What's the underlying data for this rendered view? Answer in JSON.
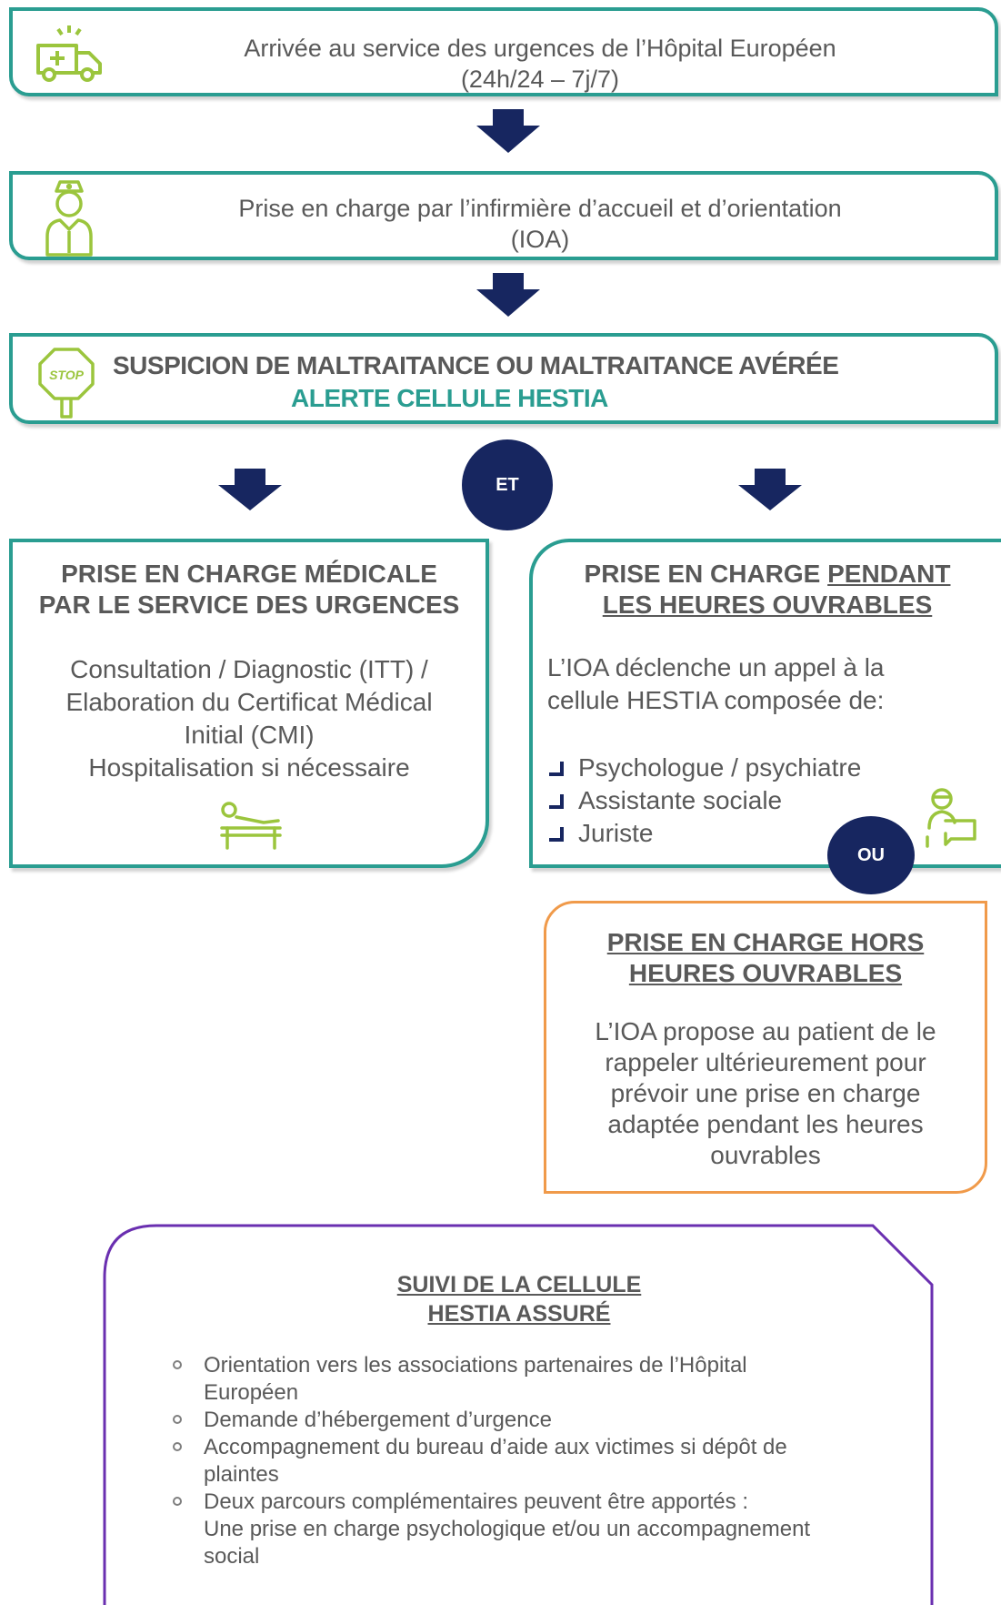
{
  "step1": {
    "line1": "Arrivée au service des urgences de l’Hôpital Européen",
    "line2": "(24h/24 – 7j/7)",
    "icon": "ambulance-icon"
  },
  "step2": {
    "line1": "Prise en charge par l’infirmière d’accueil et d’orientation",
    "line2": "(IOA)",
    "icon": "nurse-icon"
  },
  "step3": {
    "line1": "SUSPICION DE MALTRAITANCE OU MALTRAITANCE AVÉRÉE",
    "line2": "ALERTE CELLULE HESTIA",
    "icon": "stop-sign-icon"
  },
  "connectors": {
    "et": "ET",
    "ou": "OU"
  },
  "medical": {
    "title_line1": "PRISE EN CHARGE MÉDICALE",
    "title_line2": "PAR LE SERVICE DES URGENCES",
    "body_line1": "Consultation / Diagnostic (ITT) /",
    "body_line2": "Elaboration du Certificat Médical",
    "body_line3": "Initial (CMI)",
    "body_line4": "Hospitalisation si nécessaire",
    "icon": "hospital-bed-icon"
  },
  "business_hours": {
    "title_part1": "PRISE EN CHARGE ",
    "title_part2": "PENDANT",
    "title_line2": "LES HEURES OUVRABLES",
    "intro_line1": "L’IOA déclenche un appel à la",
    "intro_line2": "cellule HESTIA composée de:",
    "items": [
      "Psychologue / psychiatre",
      "Assistante sociale",
      "Juriste"
    ],
    "icon": "consultation-icon"
  },
  "after_hours": {
    "title_line1": "PRISE EN CHARGE HORS",
    "title_line2": "HEURES OUVRABLES",
    "body_line1": "L’IOA propose au patient de le",
    "body_line2": "rappeler ultérieurement pour",
    "body_line3": "prévoir une prise en charge",
    "body_line4": "adaptée pendant les heures",
    "body_line5": "ouvrables"
  },
  "followup": {
    "title_line1": "SUIVI DE LA CELLULE",
    "title_line2": "HESTIA ASSURÉ",
    "items": [
      {
        "line1": "Orientation vers les associations partenaires de l’Hôpital",
        "line2": "Européen",
        "line3": ""
      },
      {
        "line1": "Demande d’hébergement d’urgence",
        "line2": "",
        "line3": ""
      },
      {
        "line1": "Accompagnement du bureau d’aide aux victimes si dépôt de",
        "line2": "plaintes",
        "line3": ""
      },
      {
        "line1": "Deux parcours complémentaires peuvent être apportés :",
        "line2": "Une prise en charge psychologique et/ou un accompagnement",
        "line3": "social"
      }
    ]
  },
  "colors": {
    "teal": "#2a9d91",
    "navy": "#172660",
    "orange": "#f09a4a",
    "purple": "#6a2fb0",
    "icon_green": "#9bc53d",
    "text_gray": "#595959"
  }
}
